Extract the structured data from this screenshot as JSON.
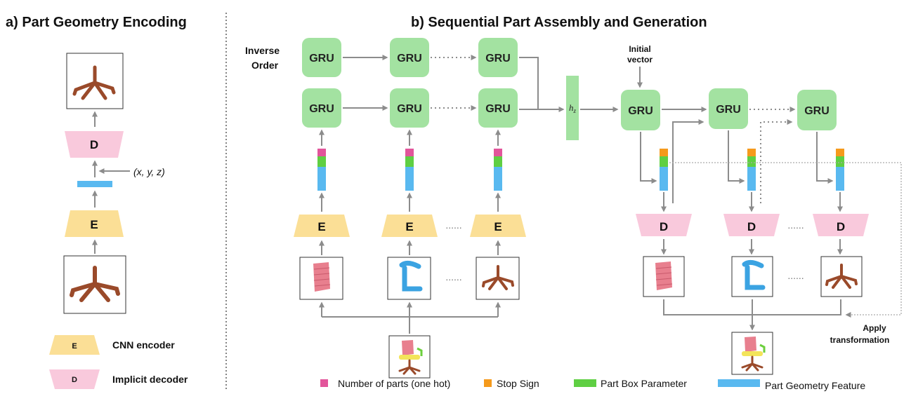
{
  "panel_a": {
    "title": "a) Part Geometry Encoding",
    "decoder_label": "D",
    "encoder_label": "E",
    "coord_input": "(x, y, z)",
    "legend": [
      {
        "symbol": "E",
        "text": "CNN encoder"
      },
      {
        "symbol": "D",
        "text": "Implicit  decoder"
      }
    ]
  },
  "panel_b": {
    "title": "b) Sequential Part Assembly and Generation",
    "inverse_order": [
      "Inverse",
      "Order"
    ],
    "gru_label": "GRU",
    "encoder_label": "E",
    "decoder_label": "D",
    "hz_label": "h",
    "hz_sub": "z",
    "initial_vector": [
      "Initial",
      "vector"
    ],
    "apply_transformation": [
      "Apply",
      "transformation"
    ],
    "ellipsis": "......"
  },
  "legend": [
    {
      "text": "Number of parts (one hot)",
      "color": "#e2559b"
    },
    {
      "text": "Stop Sign",
      "color": "#f59a1c"
    },
    {
      "text": "Part Box Parameter",
      "color": "#5fcf43"
    },
    {
      "text": "Part Geometry Feature",
      "color": "#59b9f0"
    }
  ],
  "colors": {
    "gru": "#a3e2a1",
    "encoder": "#fbdf96",
    "decoder": "#f9c9dc",
    "hz": "#a3e2a1",
    "arrow": "#8c8c8c"
  }
}
